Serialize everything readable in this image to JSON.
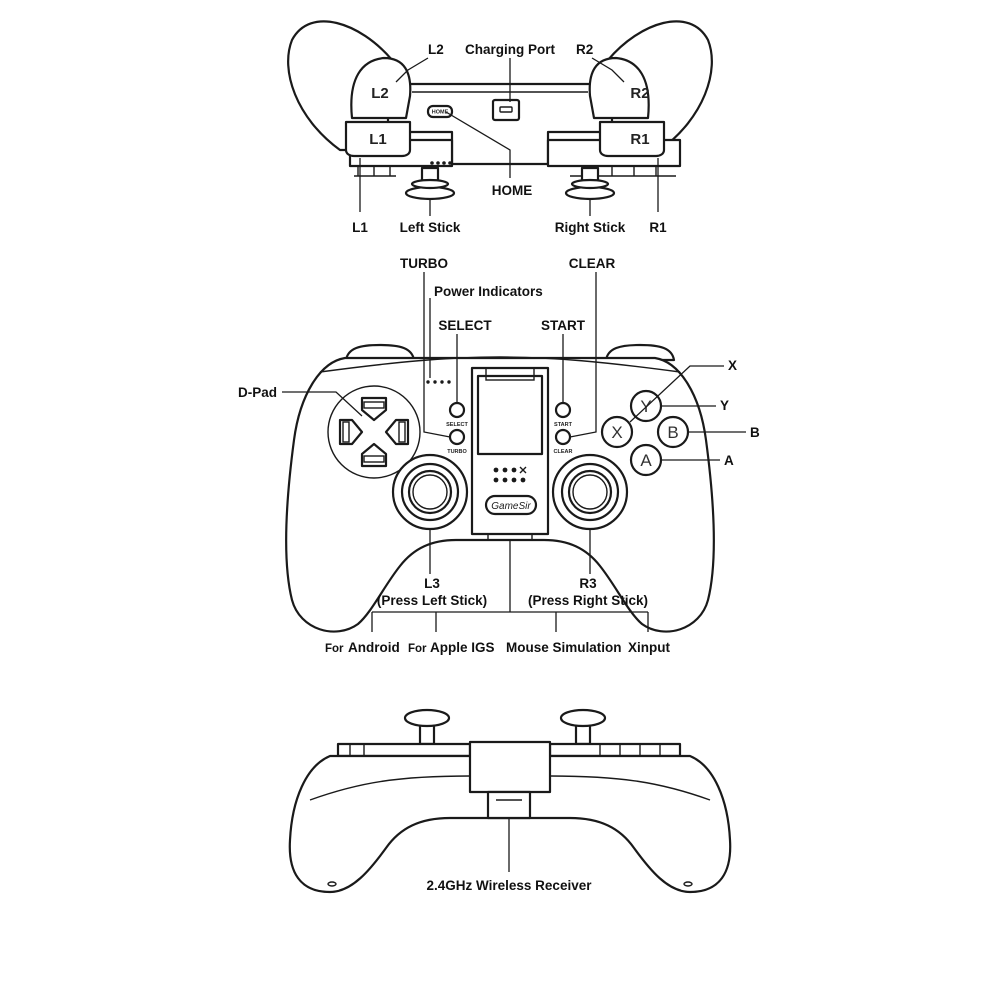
{
  "labels": {
    "top": {
      "l2": "L2",
      "charging_port": "Charging Port",
      "r2": "R2",
      "home": "HOME",
      "l1": "L1",
      "left_stick": "Left Stick",
      "right_stick": "Right Stick",
      "r1": "R1"
    },
    "front": {
      "turbo": "TURBO",
      "clear": "CLEAR",
      "power_indicators": "Power Indicators",
      "select": "SELECT",
      "start": "START",
      "dpad": "D-Pad",
      "x": "X",
      "y": "Y",
      "b": "B",
      "a": "A",
      "l3": "L3",
      "l3_sub": "(Press Left Stick)",
      "r3": "R3",
      "r3_sub": "(Press Right Stick)"
    },
    "modes": {
      "android_prefix": "For",
      "android": "Android",
      "apple_prefix": "For",
      "apple": "Apple IGS",
      "mouse": "Mouse Simulation",
      "xinput": "Xinput"
    },
    "back": {
      "receiver": "2.4GHz Wireless Receiver"
    }
  },
  "button_text": {
    "l2": "L2",
    "r2": "R2",
    "l1": "L1",
    "r1": "R1",
    "home_port": "HOME",
    "select": "SELECT",
    "turbo": "TURBO",
    "start": "START",
    "clear": "CLEAR",
    "x": "X",
    "y": "Y",
    "b": "B",
    "a": "A",
    "brand": "GameSir"
  },
  "colors": {
    "ink": "#1a1a1a",
    "background": "#ffffff"
  }
}
